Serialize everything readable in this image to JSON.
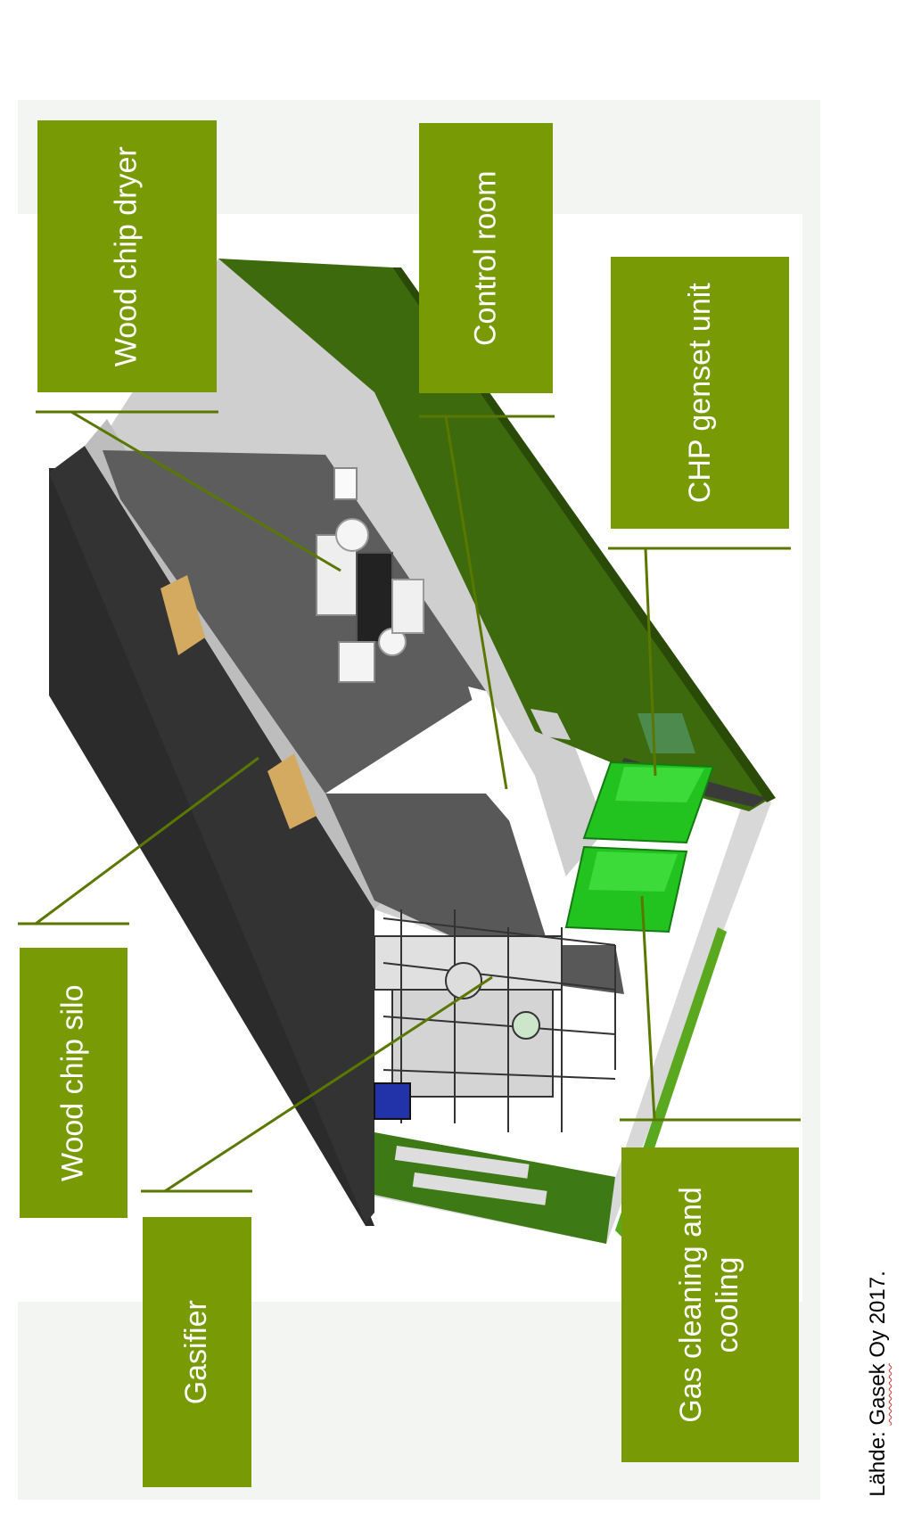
{
  "diagram": {
    "labels": {
      "wood_chip_dryer": "Wood chip dryer",
      "control_room": "Control room",
      "chp_genset_unit": "CHP genset unit",
      "wood_chip_silo": "Wood chip silo",
      "gasifier": "Gasifier",
      "gas_cleaning_line1": "Gas cleaning and",
      "gas_cleaning_line2": "cooling"
    },
    "source": {
      "prefix": "Lähde: ",
      "company": "Gasek",
      "suffix": " Oy 2017."
    },
    "colors": {
      "label_bg": "#789a05",
      "leader_line": "#5a7800",
      "roof_green": "#3c6a0c",
      "floor_gray": "#5f5f5f",
      "silo_black": "#2a2a2a",
      "wall_light": "#cdcdcd",
      "genset_bright_green": "#22cc22"
    }
  }
}
